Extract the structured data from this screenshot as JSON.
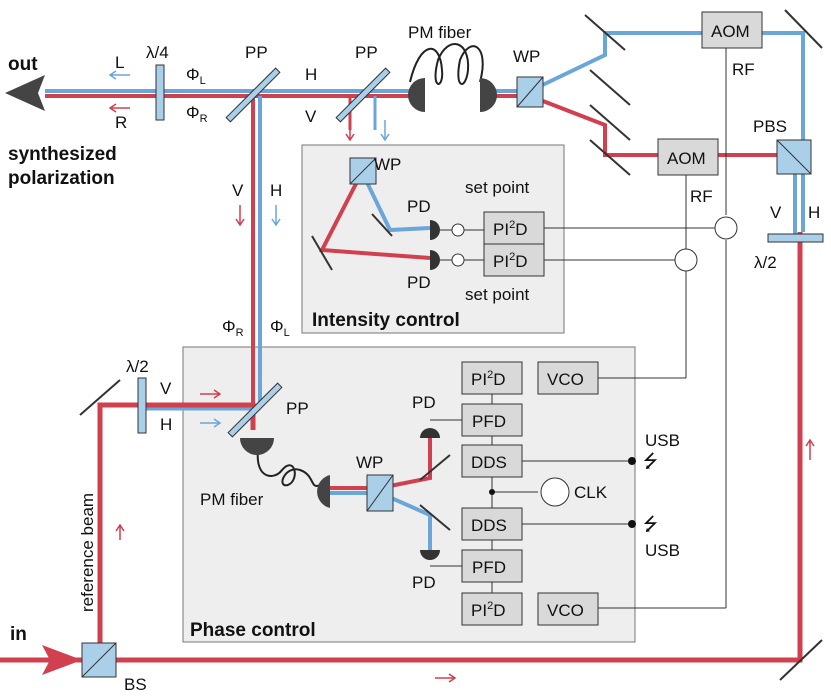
{
  "labels": {
    "out": "out",
    "in": "in",
    "synth_line1": "synthesized",
    "synth_line2": "polarization",
    "L": "L",
    "R": "R",
    "lambda4": "λ/4",
    "phi_L_top": "Φ",
    "phi_L_sub": "L",
    "phi_R_top": "Φ",
    "phi_R_sub": "R",
    "PP": "PP",
    "H": "H",
    "V": "V",
    "pm_fiber": "PM fiber",
    "WP": "WP",
    "AOM": "AOM",
    "RF": "RF",
    "PBS": "PBS",
    "lambda2": "λ/2",
    "PD": "PD",
    "set_point": "set point",
    "PI2D_a": "PI",
    "PI2D_sup": "2",
    "PI2D_b": "D",
    "intensity_control": "Intensity control",
    "phase_control": "Phase control",
    "VCO": "VCO",
    "PFD": "PFD",
    "DDS": "DDS",
    "USB": "USB",
    "CLK": "CLK",
    "reference_beam": "reference beam",
    "BS": "BS"
  },
  "colors": {
    "red_beam": "#d0404f",
    "blue_beam": "#6aa6d8",
    "panel": "#eeeeee",
    "box": "#d9d9d9",
    "optic": "#a9cfe9"
  }
}
